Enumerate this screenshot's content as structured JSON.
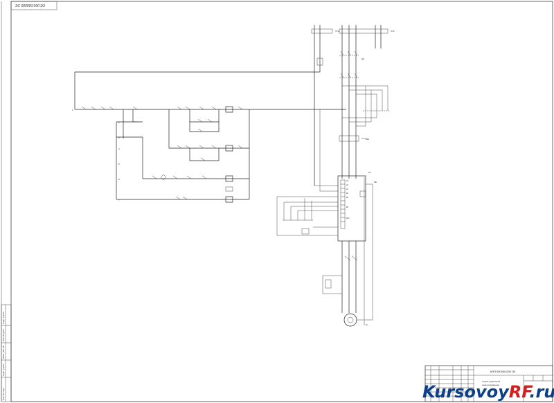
{
  "document": {
    "corner_stamp": "ЭС 000000.000 ЭЗ"
  },
  "title_block": {
    "designation": "КЛП 000000.000 ЭЗ",
    "title_line1": "Схема управления",
    "title_line2": "электроприводом"
  },
  "watermark": {
    "part1": "Kursovoy",
    "part2": "RF",
    "part3": ".ru"
  },
  "left_strip": {
    "cells": [
      "Подп. и дата",
      "Инв. № дубл.",
      "Взам. инв. №",
      "Подп. и дата",
      "Инв. № подл."
    ]
  }
}
